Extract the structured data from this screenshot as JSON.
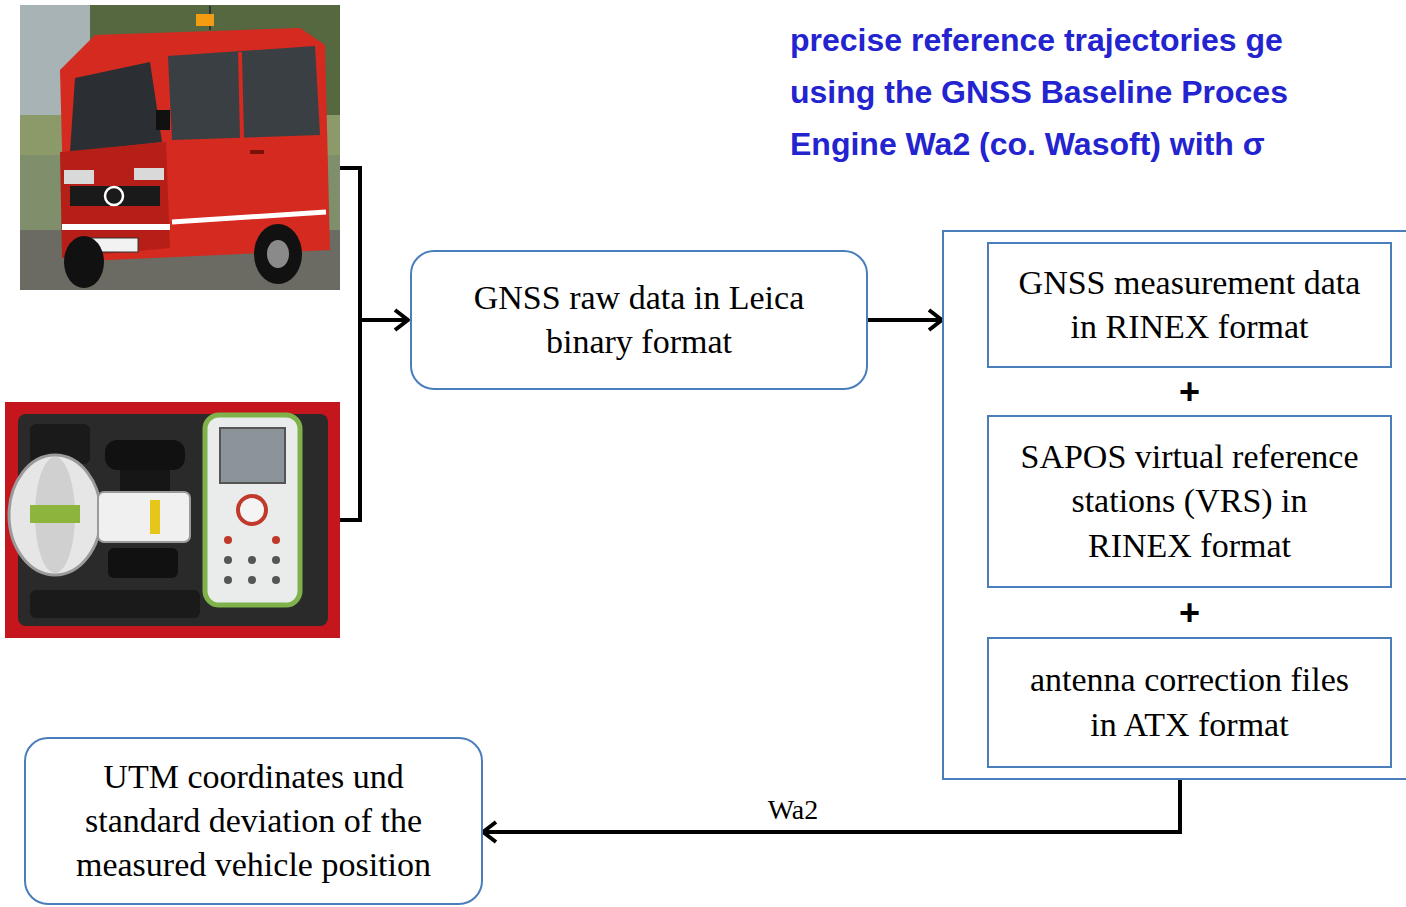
{
  "diagram": {
    "title": "precise reference trajectories ge using the GNSS Baseline Proces Engine Wa2 (co. Wasoft) with σ",
    "nodes": [
      {
        "text": [
          "GNSS raw data in Leica binary format"
        ]
      },
      {
        "text": []
      },
      {
        "text": [
          "GNSS measurement data in RINEX format"
        ],
        "in": 1
      },
      {
        "text": [
          "SAPOS virtual reference stations (VRS) in RINEX format"
        ],
        "in": 1
      },
      {
        "text": [
          "antenna correction files in ATX format"
        ],
        "in": 1
      },
      {
        "text": [
          "UTM coordinates und standard deviation of the measured vehicle position"
        ]
      }
    ],
    "edges": [
      {
        "from": 0,
        "to": 1,
        "arrow": "to"
      },
      {
        "from": 1,
        "to": 5,
        "label": "Wa2",
        "arrow": "to"
      }
    ],
    "labels": [
      "+",
      "+"
    ]
  }
}
